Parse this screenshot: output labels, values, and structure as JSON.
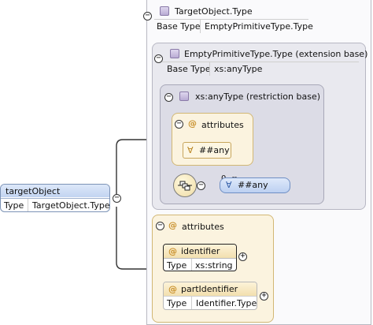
{
  "root": {
    "name": "targetObject",
    "type_label": "Type",
    "type_value": "TargetObject.Type"
  },
  "complex_type": {
    "title": "TargetObject.Type",
    "base_label": "Base Type",
    "base_value": "EmptyPrimitiveType.Type"
  },
  "extension": {
    "title": "EmptyPrimitiveType.Type (extension base)",
    "base_label": "Base Type",
    "base_value": "xs:anyType"
  },
  "restriction": {
    "title": "xs:anyType (restriction base)",
    "attributes_label": "attributes",
    "any_attribute": "##any",
    "occurrence": "0..∞",
    "any_element": "##any"
  },
  "attributes_group": {
    "label": "attributes",
    "items": [
      {
        "name": "identifier",
        "type_label": "Type",
        "type_value": "xs:string"
      },
      {
        "name": "partIdentifier",
        "type_label": "Type",
        "type_value": "Identifier.Type"
      }
    ]
  },
  "glyphs": {
    "collapse": "−",
    "expand": "+",
    "at": "@",
    "forall": "∀"
  },
  "colors": {
    "element_blue": "#c7d8f3",
    "attr_cream": "#fbf3df",
    "attr_border": "#e0c88e",
    "group_gray": "#e9e9ef"
  }
}
